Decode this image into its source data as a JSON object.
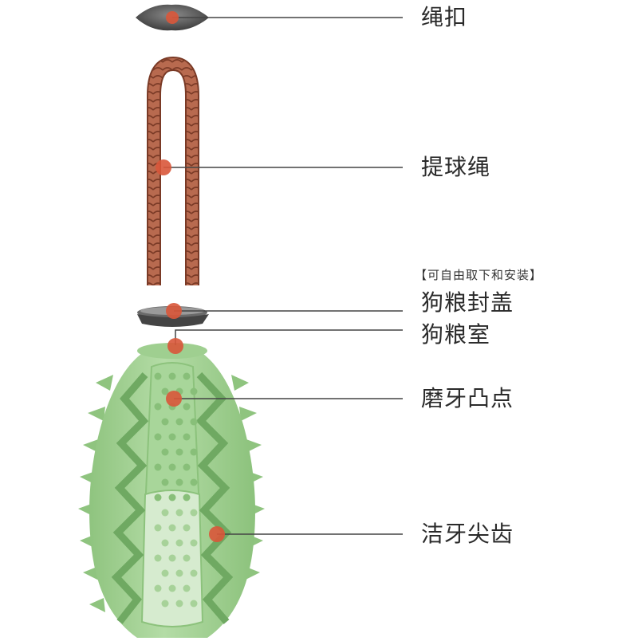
{
  "labels": {
    "buckle": "绳扣",
    "rope": "提球绳",
    "note": "【可自由取下和安装】",
    "lid": "狗粮封盖",
    "chamber": "狗粮室",
    "bumps": "磨牙凸点",
    "teeth": "洁牙尖齿"
  },
  "colors": {
    "marker": "#d9573a",
    "leader": "#444444",
    "rope": "#b86a4f",
    "rope_dark": "#7a3a26",
    "ball": "#a9d49a",
    "ball_dark": "#86bb77",
    "ball_light": "#c6e5bb",
    "cap": "#555555"
  }
}
